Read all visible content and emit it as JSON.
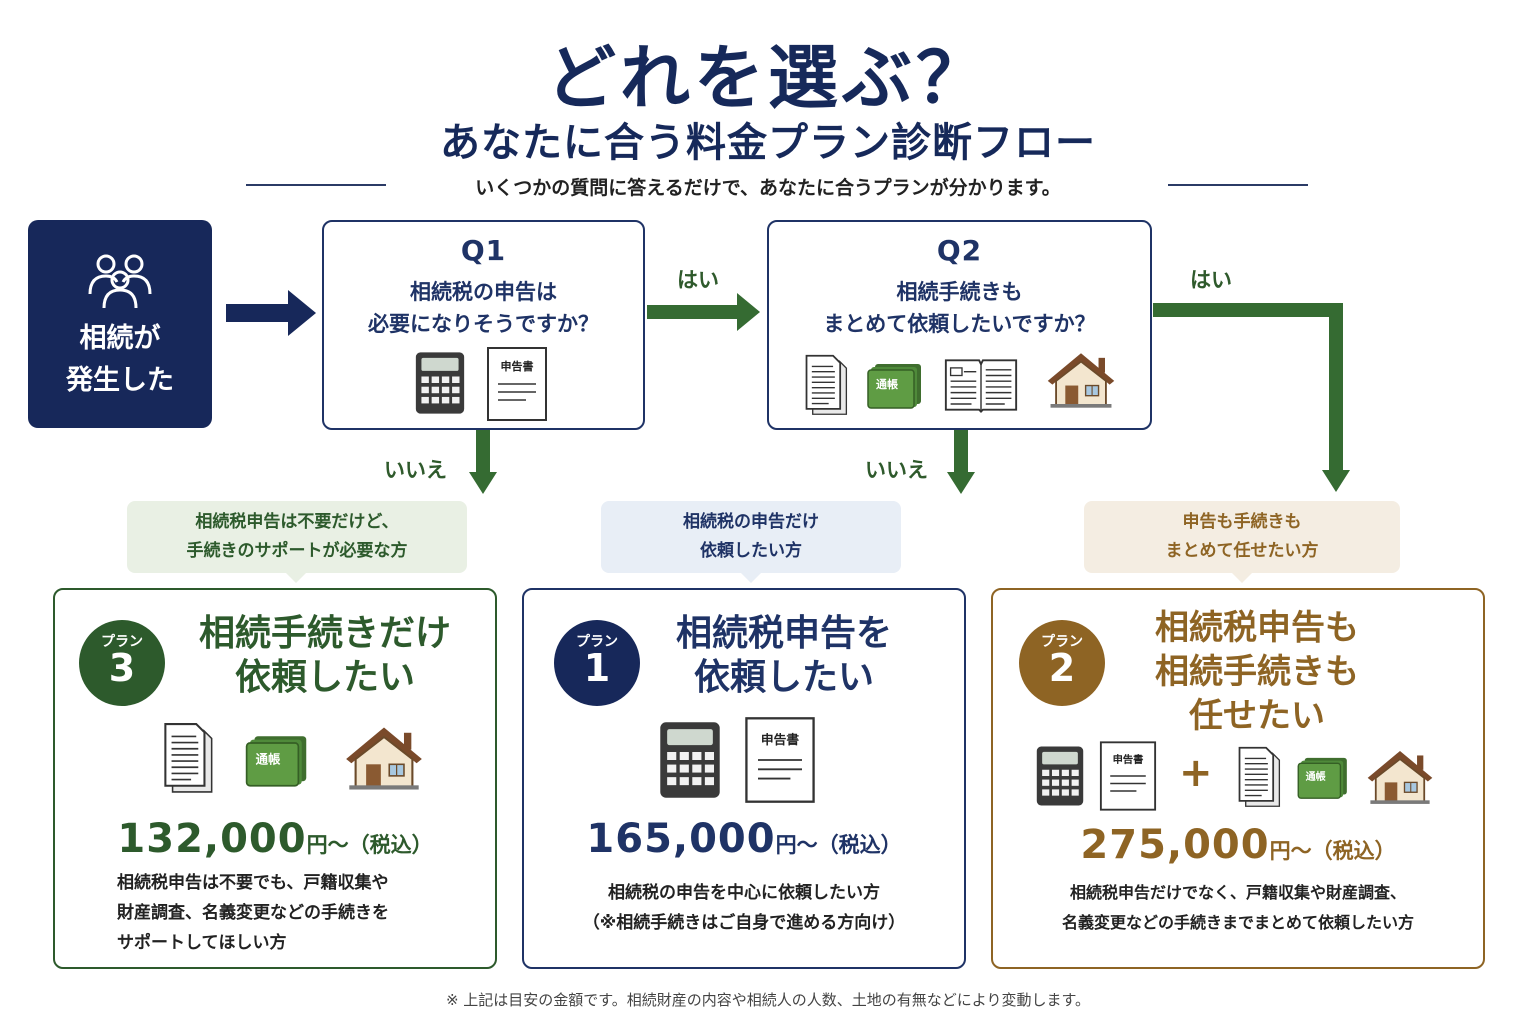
{
  "header": {
    "title": "どれを選ぶ？",
    "subtitle": "あなたに合う料金プラン診断フロー",
    "lead": "いくつかの質問に答えるだけで、あなたに合うプランが分かります。"
  },
  "start": {
    "label": "相続が\n発生した"
  },
  "q1": {
    "number": "Q1",
    "line1": "相続税の申告は",
    "line2": "必要になりそうですか？"
  },
  "q2": {
    "number": "Q2",
    "line1": "相続手続きも",
    "line2": "まとめて依頼したいですか？"
  },
  "labels": {
    "yes": "はい",
    "no": "いいえ"
  },
  "icon_text": {
    "form": "申告書",
    "passbook": "通帳"
  },
  "bubbles": {
    "left": {
      "line1": "相続税申告は不要だけど、",
      "line2": "手続きのサポートが必要な方"
    },
    "center": {
      "line1": "相続税の申告だけ",
      "line2": "依頼したい方"
    },
    "right": {
      "line1": "申告も手続きも",
      "line2": "まとめて任せたい方"
    }
  },
  "badge_label": "プラン",
  "plans": {
    "plan3": {
      "number": "3",
      "title_line1": "相続手続きだけ",
      "title_line2": "依頼したい",
      "price": "132,000",
      "price_suffix": "円〜（税込）",
      "desc_line1": "相続税申告は不要でも、戸籍収集や",
      "desc_line2": "財産調査、名義変更などの手続きを",
      "desc_line3": "サポートしてほしい方",
      "color": "#2d5a2c"
    },
    "plan1": {
      "number": "1",
      "title_line1": "相続税申告を",
      "title_line2": "依頼したい",
      "price": "165,000",
      "price_suffix": "円〜（税込）",
      "desc_line1": "相続税の申告を中心に依頼したい方",
      "desc_line2": "（※相続手続きはご自身で進める方向け）",
      "color": "#1f3366"
    },
    "plan2": {
      "number": "2",
      "title_line1": "相続税申告も",
      "title_line2": "相続手続きも",
      "title_line3": "任せたい",
      "plus": "+",
      "price": "275,000",
      "price_suffix": "円〜（税込）",
      "desc_line1": "相続税申告だけでなく、戸籍収集や財産調査、",
      "desc_line2": "名義変更などの手続きまでまとめて依頼したい方",
      "color": "#8e6424"
    }
  },
  "footnote": "※ 上記は目安の金額です。相続財産の内容や相続人の人数、土地の有無などにより変動します。"
}
